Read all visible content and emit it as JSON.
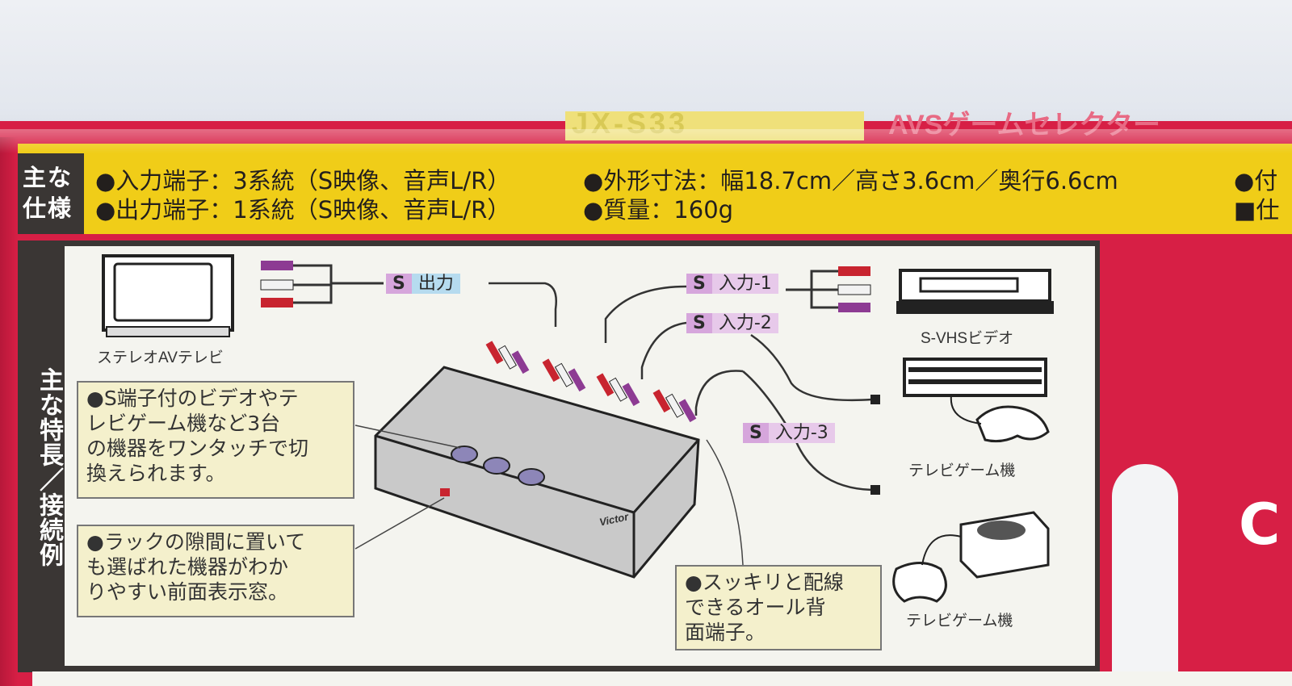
{
  "package": {
    "model": "JX-S33",
    "title_faint": "AVSゲームセレクター"
  },
  "specs": {
    "label_1": "主な",
    "label_2": "仕様",
    "input": "●入力端子：3系統（S映像、音声L/R）",
    "output": "●出力端子：1系統（S映像、音声L/R）",
    "dimensions": "●外形寸法：幅18.7cm／高さ3.6cm／奥行6.6cm",
    "weight": "●質量：160g",
    "cut_1": "●付",
    "cut_2": "■仕"
  },
  "side_label": "主な特長／接続例",
  "tags": {
    "s": "S",
    "output": "出力",
    "input1": "入力-1",
    "input2": "入力-2",
    "input3": "入力-3"
  },
  "devices": {
    "tv": "ステレオAVテレビ",
    "vcr": "S-VHSビデオ",
    "game1": "テレビゲーム機",
    "game2": "テレビゲーム機",
    "brand": "Victor"
  },
  "notes": {
    "n1": [
      "●S端子付のビデオやテ",
      "レビゲーム機など3台",
      "の機器をワンタッチで切",
      "換えられます。"
    ],
    "n2": [
      "●ラックの隙間に置いて",
      "も選ばれた機器がわか",
      "りやすい前面表示窓。"
    ],
    "n3": [
      "●スッキリと配線",
      "できるオール背",
      "面端子。"
    ]
  },
  "colors": {
    "box_red": "#d71f45",
    "spec_yellow": "#f0cd18",
    "dark_panel": "#3a3634",
    "diagram_bg": "#f4f4ef",
    "note_bg": "#f4f0cc",
    "s_tag_purple": "#d6a6dc",
    "output_tag_blue": "#b6dbef"
  }
}
